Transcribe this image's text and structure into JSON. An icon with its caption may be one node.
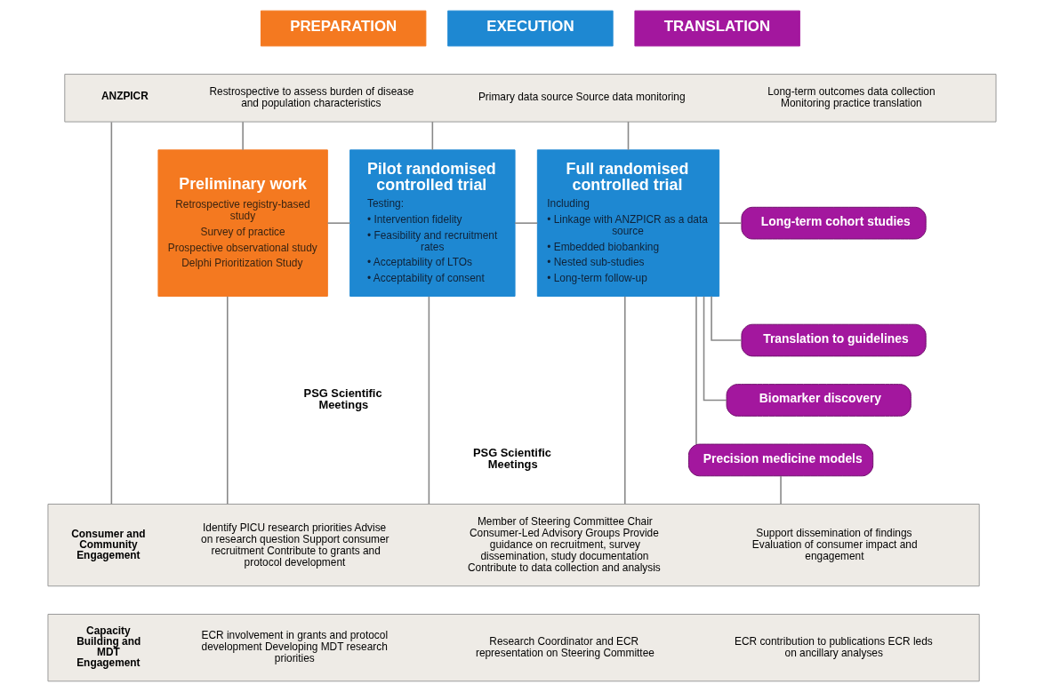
{
  "diagram": {
    "nodes": [
      {
        "text": [
          "PREPARATION"
        ]
      },
      {
        "text": [
          "EXECUTION"
        ]
      },
      {
        "text": [
          "TRANSLATION"
        ]
      },
      {
        "text": [
          "ANZPICR",
          "Restrospective to assess burden of disease and population characteristics",
          "Primary data source Source data monitoring",
          "Long-term outcomes data collection Monitoring practice translation"
        ]
      },
      {
        "text": [
          "Preliminary work",
          "Retrospective registry-based study",
          "Survey of practice",
          "Prospective observational study",
          "Delphi Prioritization Study"
        ]
      },
      {
        "text": [
          "Pilot randomised controlled trial",
          "Testing:",
          "• Intervention fidelity",
          "• Feasibility and recruitment rates",
          "• Acceptability of LTOs",
          "• Acceptability of consent"
        ]
      },
      {
        "text": [
          "Full randomised controlled trial",
          "Including",
          "• Linkage with ANZPICR as a data source",
          "• Embedded biobanking",
          "• Nested sub-studies",
          "• Long-term follow-up"
        ]
      },
      {
        "text": [
          "Long-term cohort studies"
        ]
      },
      {
        "text": [
          "Translation to guidelines"
        ]
      },
      {
        "text": [
          "Biomarker discovery"
        ]
      },
      {
        "text": [
          "Precision medicine models"
        ]
      },
      {
        "text": [
          "PSG Scientific Meetings"
        ]
      },
      {
        "text": [
          "PSG Scientific Meetings"
        ]
      },
      {
        "text": [
          "Consumer and Community Engagement",
          "Identify PICU research priorities Advise on research question Support consumer recruitment Contribute to grants and protocol development",
          "Member of Steering Committee Chair Consumer-Led Advisory Groups Provide guidance on recruitment, survey dissemination, study documentation Contribute to data collection and analysis",
          "Support dissemination of findings Evaluation of consumer impact and engagement"
        ]
      },
      {
        "text": [
          "Capacity Building and MDT Engagement",
          "ECR involvement in grants and protocol development Developing MDT research priorities",
          "Research Coordinator and ECR representation on Steering Committee",
          "ECR contribution to publications ECR leds on ancillary analyses"
        ]
      }
    ],
    "edges": [
      {
        "from": 3,
        "to": 4,
        "arrow": "none"
      },
      {
        "from": 3,
        "to": 5,
        "arrow": "none"
      },
      {
        "from": 3,
        "to": 6,
        "arrow": "none"
      },
      {
        "from": 3,
        "to": 13,
        "arrow": "none"
      },
      {
        "from": 4,
        "to": 5,
        "arrow": "none"
      },
      {
        "from": 5,
        "to": 6,
        "arrow": "none"
      },
      {
        "from": 6,
        "to": 7,
        "arrow": "none"
      },
      {
        "from": 6,
        "to": 8,
        "arrow": "none"
      },
      {
        "from": 6,
        "to": 9,
        "arrow": "none"
      },
      {
        "from": 6,
        "to": 10,
        "arrow": "none"
      },
      {
        "from": 4,
        "to": 13,
        "arrow": "none"
      },
      {
        "from": 5,
        "to": 13,
        "arrow": "none"
      },
      {
        "from": 6,
        "to": 13,
        "arrow": "none"
      },
      {
        "from": 10,
        "to": 13,
        "arrow": "none"
      }
    ]
  }
}
